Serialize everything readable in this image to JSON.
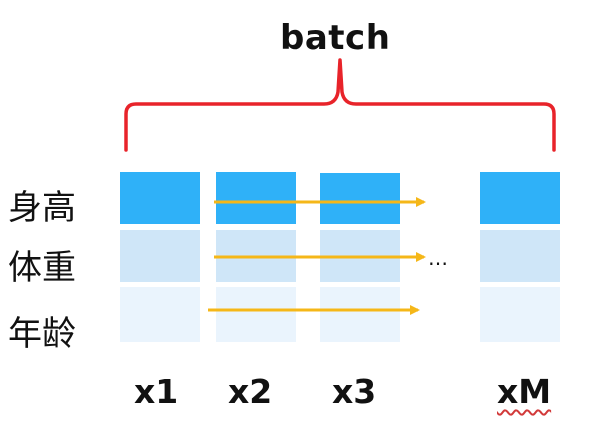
{
  "title": "batch",
  "rows": [
    {
      "label": "身高"
    },
    {
      "label": "体重"
    },
    {
      "label": "年龄"
    }
  ],
  "columns": [
    {
      "label": "x1"
    },
    {
      "label": "x2"
    },
    {
      "label": "x3"
    },
    {
      "label": "xM"
    }
  ],
  "ellipsis": "…",
  "colors": {
    "brace": "#e8232a",
    "arrow": "#f5b718",
    "row1": "#2fb1f8",
    "row2": "#cfe6f8",
    "row3": "#eaf4fd"
  }
}
